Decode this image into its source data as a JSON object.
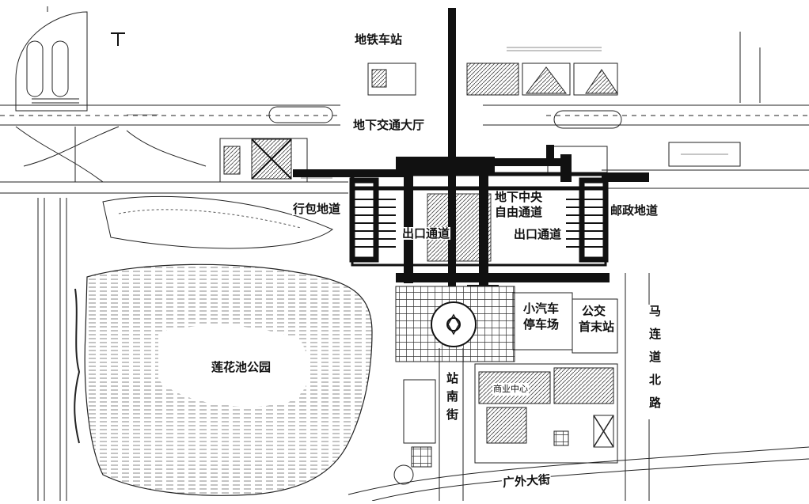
{
  "map": {
    "labels": {
      "subway_station": "地铁车站",
      "underground_hall": "地下交通大厅",
      "central_passage_1": "地下中央",
      "central_passage_2": "自由通道",
      "baggage_tunnel": "行包地道",
      "postal_tunnel": "邮政地道",
      "exit_passage_left": "出口通道",
      "exit_passage_right": "出口通道",
      "car_parking_1": "小汽车",
      "car_parking_2": "停车场",
      "bus_terminal_1": "公交",
      "bus_terminal_2": "首末站",
      "lianhuachi_park": "莲花池公园",
      "zhannan_street": "站南街",
      "malian_road": "马连道北路",
      "guangwai_street": "广外大街",
      "commercial_center": "商业中心"
    }
  }
}
